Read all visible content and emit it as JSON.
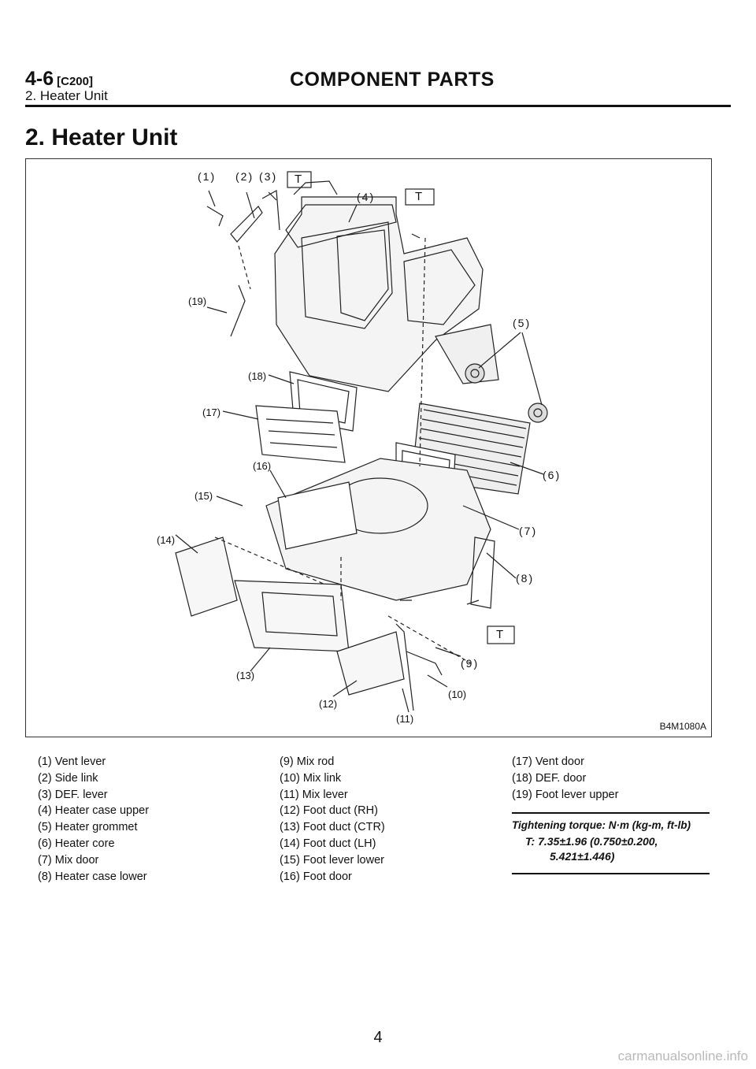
{
  "header": {
    "section_number": "4-6",
    "section_code": "[C200]",
    "title": "COMPONENT PARTS",
    "subtitle": "2. Heater Unit"
  },
  "page_heading": "2. Heater Unit",
  "figure": {
    "id": "B4M1080A",
    "callouts": [
      "(1)",
      "(2)",
      "(3)",
      "(4)",
      "(5)",
      "(6)",
      "(7)",
      "(8)",
      "(9)",
      "(10)",
      "(11)",
      "(12)",
      "(13)",
      "(14)",
      "(15)",
      "(16)",
      "(17)",
      "(18)",
      "(19)"
    ],
    "torque_marker": "T"
  },
  "legend": {
    "col1": [
      "(1) Vent lever",
      "(2) Side link",
      "(3) DEF. lever",
      "(4) Heater case upper",
      "(5) Heater grommet",
      "(6) Heater core",
      "(7) Mix door",
      "(8) Heater case lower"
    ],
    "col2": [
      "(9) Mix rod",
      "(10) Mix link",
      "(11) Mix lever",
      "(12) Foot duct (RH)",
      "(13) Foot duct (CTR)",
      "(14) Foot duct (LH)",
      "(15) Foot lever lower",
      "(16) Foot door"
    ],
    "col3": [
      "(17) Vent door",
      "(18) DEF. door",
      "(19) Foot lever upper"
    ]
  },
  "torque": {
    "title": "Tightening torque: N·m (kg-m, ft-lb)",
    "line1": "T: 7.35±1.96 (0.750±0.200,",
    "line2": "5.421±1.446)"
  },
  "page_number": "4",
  "watermark": "carmanualsonline.info"
}
